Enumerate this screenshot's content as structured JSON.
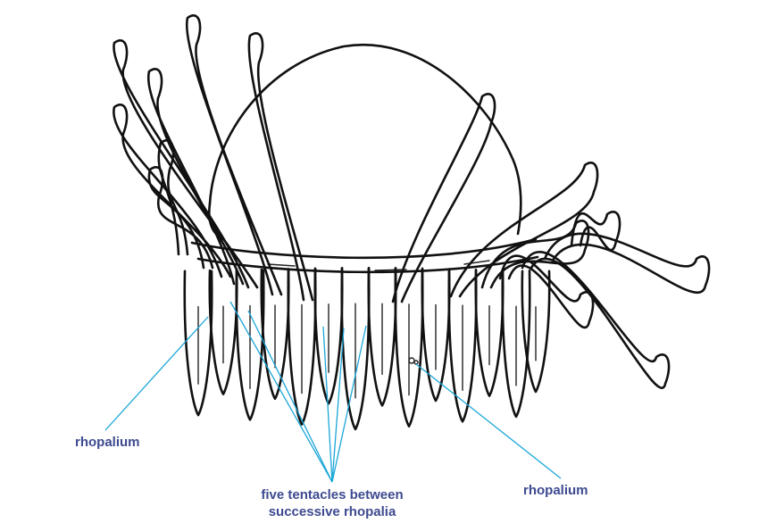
{
  "labels": {
    "rhopalium_left": "rhopalium",
    "rhopalium_right": "rhopalium",
    "tentacles_line1": "five tentacles between",
    "tentacles_line2": "successive rhopalia"
  },
  "colors": {
    "ink": "#111111",
    "leader_line": "#1aa6d8",
    "label_text": "#3d4a8f",
    "background": "#ffffff"
  }
}
